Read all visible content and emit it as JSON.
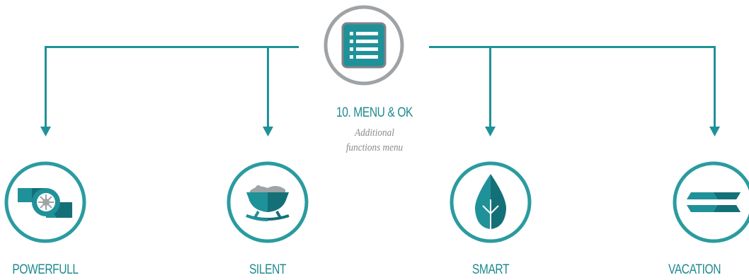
{
  "menu": {
    "icon": "list-icon",
    "title": "10. MENU & OK",
    "subtitle_line1": "Additional",
    "subtitle_line2": "functions menu"
  },
  "modes": [
    {
      "label": "POWERFULL",
      "icon": "fan-blower-icon"
    },
    {
      "label": "SILENT",
      "icon": "cradle-icon"
    },
    {
      "label": "SMART",
      "icon": "leaf-icon"
    },
    {
      "label": "VACATION",
      "icon": "parallel-bars-icon"
    }
  ],
  "colors": {
    "teal": "#1f9199",
    "teal_dark": "#147077",
    "ring_gray": "#9fa3a6",
    "circle_border": "#2a9ba0",
    "text_teal": "#1e8a8f",
    "subtitle_gray": "#8a8a8a"
  }
}
